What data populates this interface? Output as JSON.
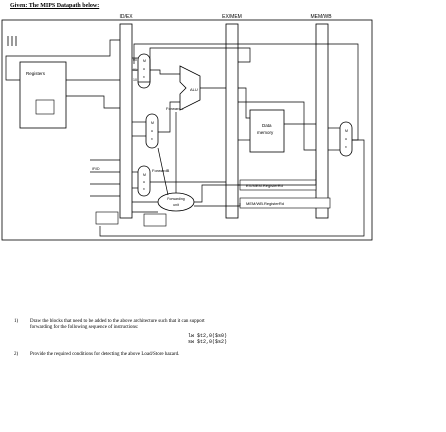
{
  "header": {
    "given": "Given: The MIPS Datapath below:"
  },
  "stages": {
    "idex": "ID/EX",
    "exmem": "EX/MEM",
    "memwb": "MEM/WB"
  },
  "units": {
    "registers": "Registers",
    "alu": "ALU",
    "data_memory_line1": "Data",
    "data_memory_line2": "memory",
    "forward_a": "ForwardA",
    "forward_b": "ForwardB",
    "forwarding_unit_line1": "Forwarding",
    "forwarding_unit_line2": "unit",
    "exmem_registerrd": "EX/MEM.RegisterRd",
    "memwb_registerrd": "MEM/WB.RegisterRd",
    "ifid": "IF/ID"
  },
  "mux_labels": {
    "top_mux": [
      "00",
      "01",
      "10"
    ],
    "bottom_mux": [
      "00",
      "01",
      "10"
    ]
  },
  "questions": [
    {
      "number": "1)",
      "text_line1": "Draw the blocks that need to be added to the above architecture such that it can support",
      "text_line2": "forwarding for the following sequence of instructions:",
      "code": [
        "lw $t2,0($s0)",
        "sw $t2,0($s2)"
      ]
    },
    {
      "number": "2)",
      "text_line1": "Provide the required conditions for detecting the above Load/Store hazard.",
      "text_line2": ""
    }
  ],
  "colors": {
    "line": "#000000",
    "panel": "#fdfdfd"
  }
}
